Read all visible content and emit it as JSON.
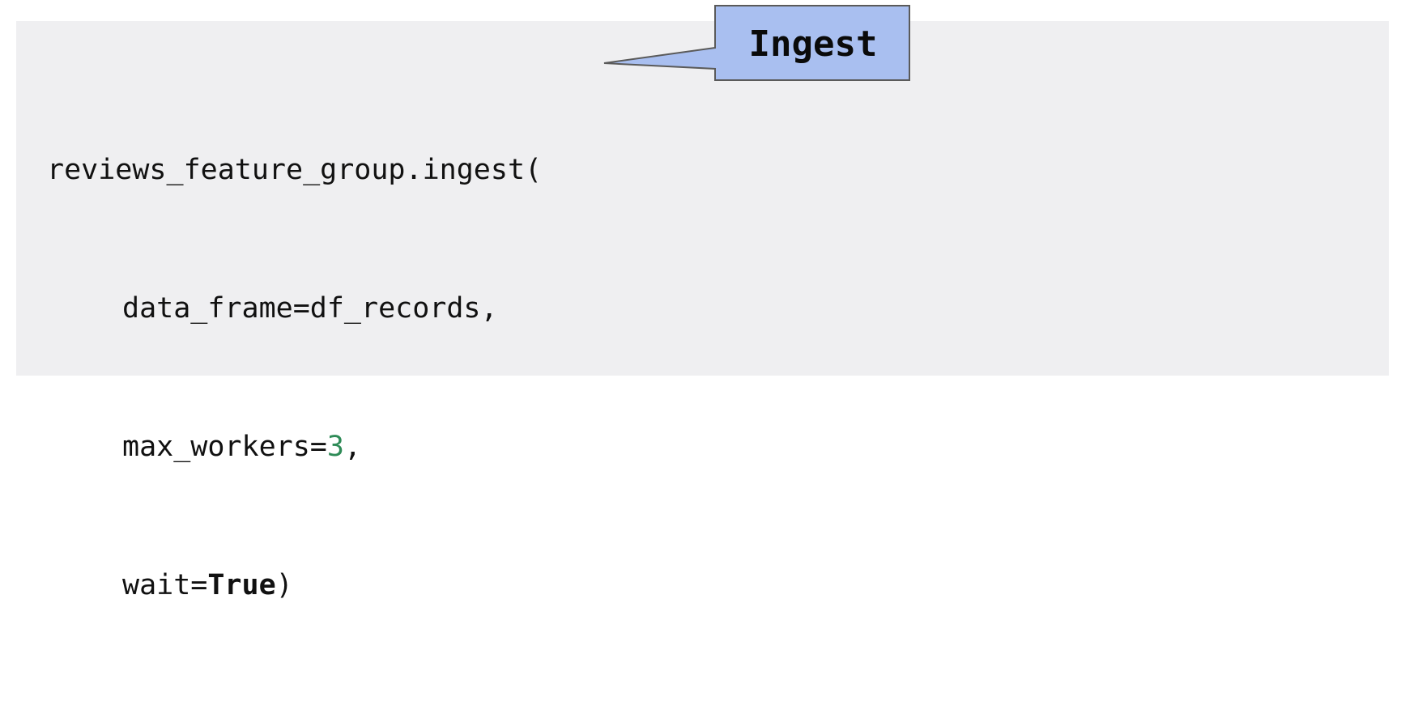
{
  "code": {
    "lines": [
      {
        "indent": false,
        "text": "reviews_feature_group.ingest("
      },
      {
        "indent": true,
        "text": "data_frame=df_records,"
      },
      {
        "indent": true,
        "prefix": "max_workers=",
        "number": "3",
        "suffix": ","
      },
      {
        "indent": true,
        "prefix": "wait=",
        "keyword": "True",
        "suffix": ")"
      }
    ]
  },
  "callout": {
    "label": "Ingest",
    "fill_color": "#a9bff0",
    "border_color": "#5a5a5a"
  },
  "colors": {
    "panel_background": "#efeff1",
    "number": "#2e8b57",
    "text": "#111111"
  }
}
